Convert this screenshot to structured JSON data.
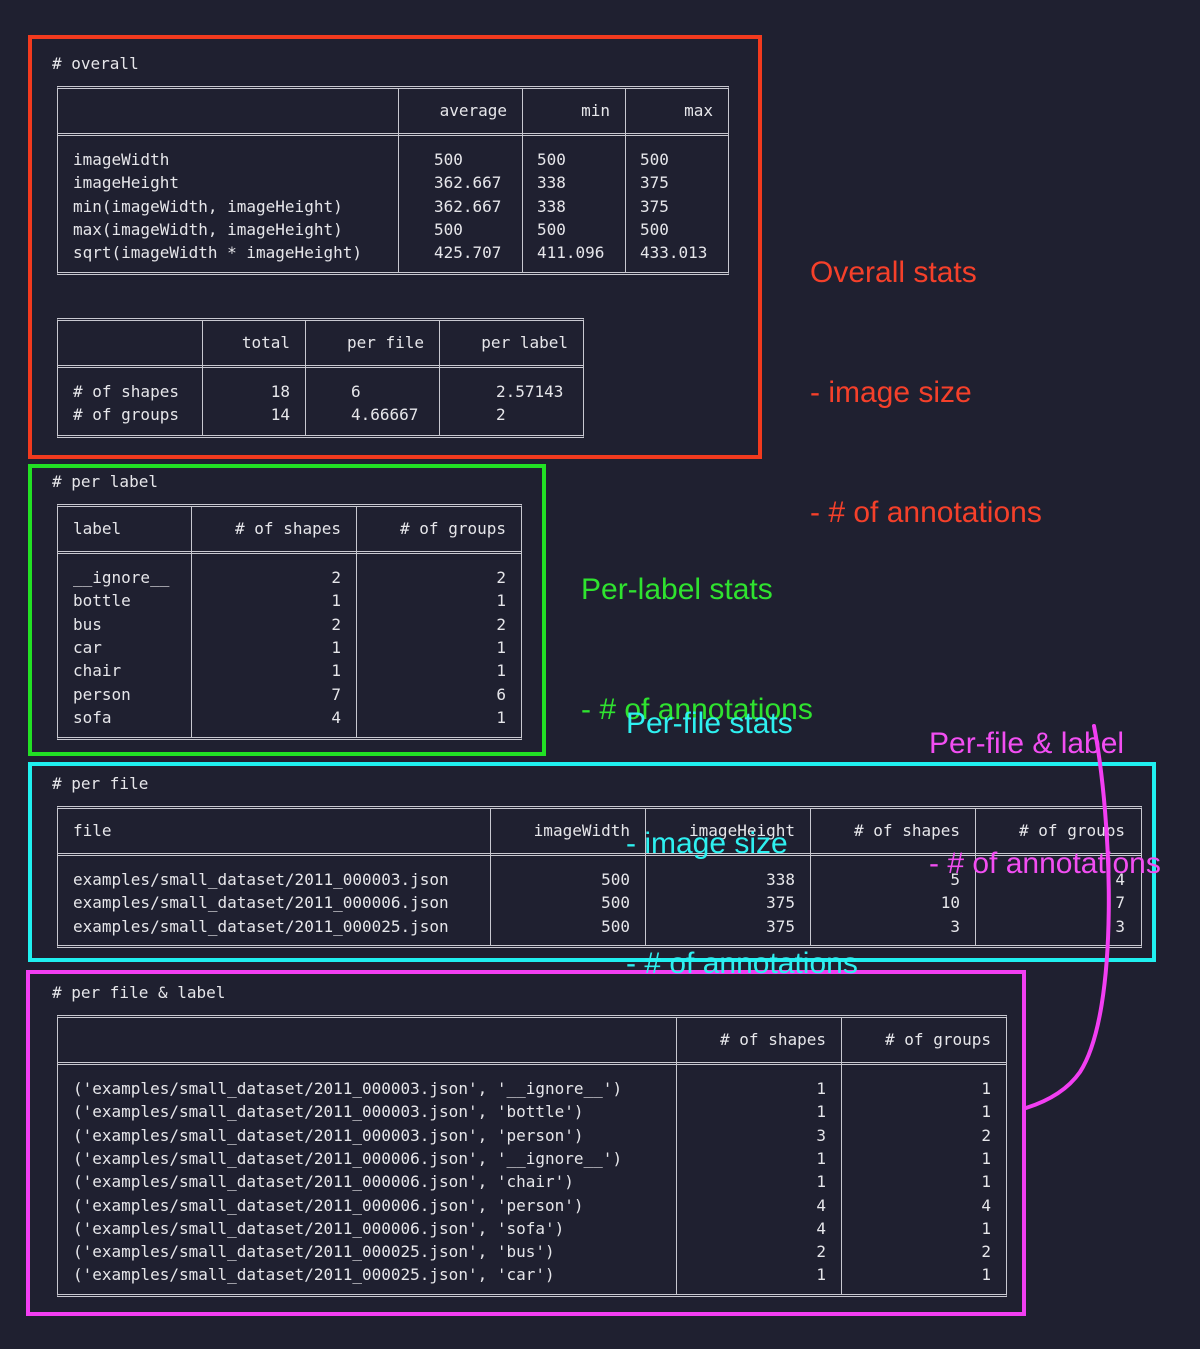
{
  "overall": {
    "heading": "# overall",
    "size_table": {
      "headers": [
        "",
        "average",
        "min",
        "max"
      ],
      "rows": [
        [
          "imageWidth",
          "500",
          "500",
          "500"
        ],
        [
          "imageHeight",
          "362.667",
          "338",
          "375"
        ],
        [
          "min(imageWidth, imageHeight)",
          "362.667",
          "338",
          "375"
        ],
        [
          "max(imageWidth, imageHeight)",
          "500",
          "500",
          "500"
        ],
        [
          "sqrt(imageWidth * imageHeight)",
          "425.707",
          "411.096",
          "433.013"
        ]
      ]
    },
    "count_table": {
      "headers": [
        "",
        "total",
        "per file",
        "per label"
      ],
      "rows": [
        [
          "# of shapes",
          "18",
          "6",
          "2.57143"
        ],
        [
          "# of groups",
          "14",
          "4.66667",
          "2"
        ]
      ]
    }
  },
  "per_label": {
    "heading": "# per label",
    "headers": [
      "label",
      "# of shapes",
      "# of groups"
    ],
    "rows": [
      [
        "__ignore__",
        "2",
        "2"
      ],
      [
        "bottle",
        "1",
        "1"
      ],
      [
        "bus",
        "2",
        "2"
      ],
      [
        "car",
        "1",
        "1"
      ],
      [
        "chair",
        "1",
        "1"
      ],
      [
        "person",
        "7",
        "6"
      ],
      [
        "sofa",
        "4",
        "1"
      ]
    ]
  },
  "per_file": {
    "heading": "# per file",
    "headers": [
      "file",
      "imageWidth",
      "imageHeight",
      "# of shapes",
      "# of groups"
    ],
    "rows": [
      [
        "examples/small_dataset/2011_000003.json",
        "500",
        "338",
        "5",
        "4"
      ],
      [
        "examples/small_dataset/2011_000006.json",
        "500",
        "375",
        "10",
        "7"
      ],
      [
        "examples/small_dataset/2011_000025.json",
        "500",
        "375",
        "3",
        "3"
      ]
    ]
  },
  "per_file_label": {
    "heading": "# per file & label",
    "headers": [
      "",
      "# of shapes",
      "# of groups"
    ],
    "rows": [
      [
        "('examples/small_dataset/2011_000003.json', '__ignore__')",
        "1",
        "1"
      ],
      [
        "('examples/small_dataset/2011_000003.json', 'bottle')",
        "1",
        "1"
      ],
      [
        "('examples/small_dataset/2011_000003.json', 'person')",
        "3",
        "2"
      ],
      [
        "('examples/small_dataset/2011_000006.json', '__ignore__')",
        "1",
        "1"
      ],
      [
        "('examples/small_dataset/2011_000006.json', 'chair')",
        "1",
        "1"
      ],
      [
        "('examples/small_dataset/2011_000006.json', 'person')",
        "4",
        "4"
      ],
      [
        "('examples/small_dataset/2011_000006.json', 'sofa')",
        "4",
        "1"
      ],
      [
        "('examples/small_dataset/2011_000025.json', 'bus')",
        "2",
        "2"
      ],
      [
        "('examples/small_dataset/2011_000025.json', 'car')",
        "1",
        "1"
      ]
    ]
  },
  "annotations": {
    "overall": [
      "Overall stats",
      "- image size",
      "- # of annotations"
    ],
    "per_label": [
      "Per-label stats",
      "- # of annotations"
    ],
    "per_file": [
      "Per-file stats",
      "- image size",
      "- # of annotations"
    ],
    "per_file_label": [
      "Per-file & label",
      "- # of annotations"
    ]
  },
  "colors": {
    "background": "#1f2030",
    "overall": "#f23a1e",
    "per_label": "#22e024",
    "per_file": "#1ff0f0",
    "per_file_label": "#f23ef2"
  }
}
